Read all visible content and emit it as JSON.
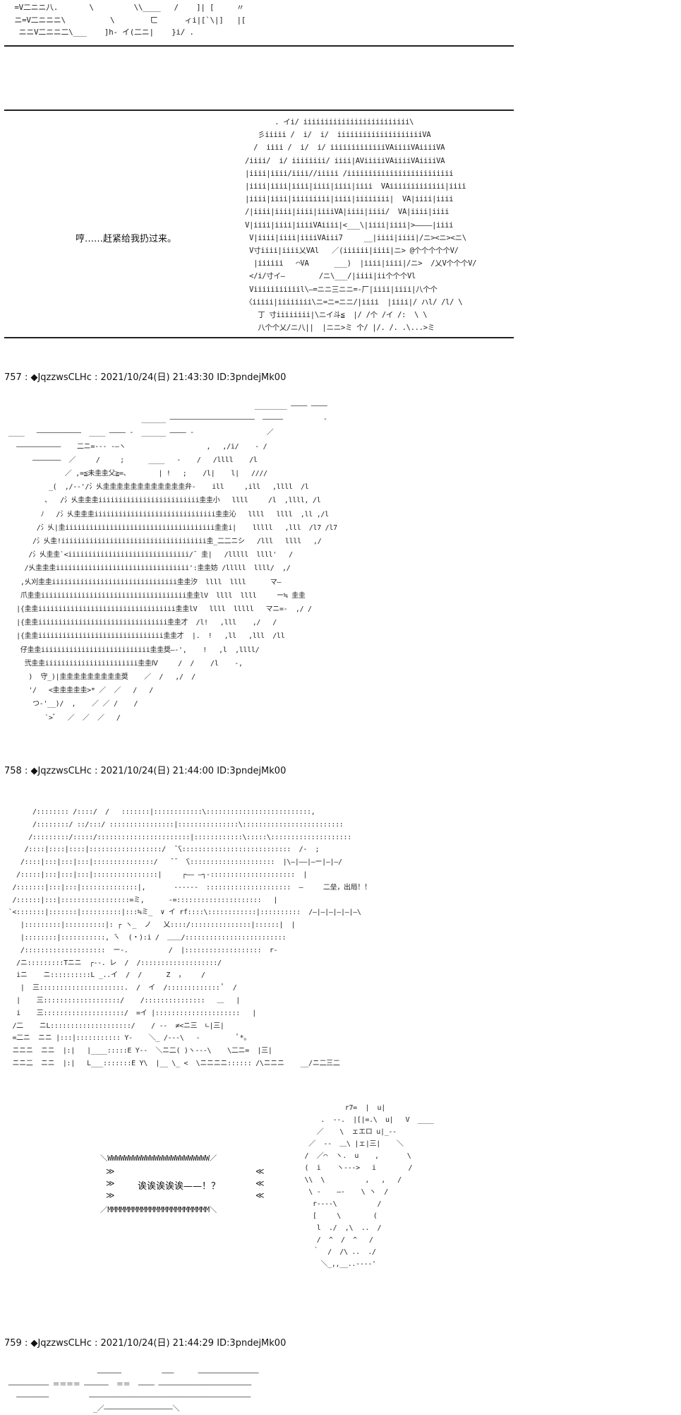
{
  "top_fragment": {
    "art": " =V二ニニ八.       \\         \\\\____   /    ]| [     〃\n ニ=V二ニニニ\\          \\        ㄈ      ィi|[`\\|]   |[\n  ニニV二ニニ二\\___    ]h- イ(二ニ|    }i/ ."
  },
  "panel1": {
    "dialogue": "哼……赶紧给我扔过来。",
    "art": "              . イi/ iiiiiiiiiiiiiiiiiiiiiiiii\\\n          彡iiiii /  i/  i/  iiiiiiiiiiiiiiiiiiiiVA\n         /  iiii /  i/  i/ iiiiiiiiiiiiiVAiiiiVAiiiiVA\n       /iiii/  i/ iiiiiiii/ iiii|AViiiiiVAiiiiVAiiiiVA\n       |iiii|iiii/iiii//iiiii /iiiiiiiiiiiiiiiiiiiiiiiii\n       |iiii|iiii|iiii|iiii|iiii|iiii  VAiiiiiiiiiiiii|iiii\n       |iiii|iiii|iiiiiiiii|iiii|iiiiiiii|  VA|iiii|iiii\n       /|iiii|iiii|iiii|iiiiVA|iiii|iiii/  VA|iiii|iiii\n       V|iiii|iiii|iiiiVAiiii|<___\\|iiii|iiii|>――――|iiii\n        V|iiii|iiii|iiiiVAiii7     __|iiii|iiii|/ニ><ニ><ニ\\\n        V寸iiii|iiii乂VAl   ／(iiiiii|iiii|ニ> @个个个个个V/\n         |iiiiii   ⌒VA      ___)  |iiii|iiii|/ニ>  /乂V个个个V/\n        </i/寸イ―        /ニ\\___/|iiii|ii个个个Vl\n        Viiiiiiiiiiil\\―=ニニ三ニニ=-厂|iiii|iiii|八个个\n       〈iiiii|iiiiiiii\\ニ=ニ=ニニ/|iiii  |iiii|/ ハl/ /l/ \\\n          丁 寸iiiiiiii|\\ニイ斗≦  |/ /个 /イ /:  \\ \\\n          八个个乂/ニ八||  |ニニ>ミ 个/ |/. /. .\\...>ミ"
  },
  "posts": [
    {
      "header": "757 : ◆JqzzwsCLHc : 2021/10/24(日) 21:43:30 ID:3pndejMk00",
      "art": "                                                              ________ ―――― ―――― \n                                  ______ ―――――――――――――――――――――  ―――――          ‐\n ____   ―――――――――――  ____ ―――― -  ______ ―――― -                  ／\n   ―――――――――――    二ニ=‐‐‐ ‐―ヽ                    ,   ,/i/    ‐ /\n       ―――――――  ／     /     ;      ____   ‐    /   /llll    /l\n               ／ ,=≦未圭圭父≧=、       | !   ;    /l|    l|   ////\n           _(  ,/-‐'/氵乆圭圭圭圭圭圭圭圭圭圭圭圭弁‐    ill     ,ill   ,llll  /l\n          ､   /氵乆圭圭圭iiiiiiiiiiiiiiiiiiiiiiiii圭圭小   llll     /l  ,llll, /l\n         ﾉ   /氵乆圭圭圭iiiiiiiiiiiiiiiiiiiiiiiiiiiiii圭圭沁   llll   llll  ,ll ,/l\n        /氵乆|圭iiiiiiiiiiiiiiiiiiiiiiiiiiiiiiiiiiiii圭圭i|    lllll   ,lll  /l7 /l7\n       /氵乆圭!iiiiiiiiiiiiiiiiiiiiiiiiiiiiiiiiiiii圭_二二ニシ   /lll   llll   ,/\n      /氵乆圭圭`<iiiiiiiiiiiiiiiiiiiiiiiiiiiiii/¯ 圭|   /lllll  llll'   /\n     /乆圭圭圭iiiiiiiiiiiiiiiiiiiiiiiiiiiiiiiii':圭圭妨 /lllll  llll/  ,/\n    ,乆刈圭圭iiiiiiiiiiiiiiiiiiiiiiiiiiiiiii圭圭汐  llll  llll      マ―\n    爪圭圭iiiiiiiiiiiiiiiiiiiiiiiiiiiiiiiiiiii圭圭lV  llll  llll     ー≒ 圭圭\n   |{圭圭iiiiiiiiiiiiiiiiiiiiiiiiiiiiiiiiii圭圭lV   llll  lllll   マニ=-  ,/ /\n   |{圭圭iiiiiiiiiiiiiiiiiiiiiiiiiiiiiiii圭圭才  /l!   ,lll    ,/   /\n   |{圭圭iiiiiiiiiiiiiiiiiiiiiiiiiiiiiii圭圭才  |.  !   ,ll   ,lll  /ll\n    仔圭圭iiiiiiiiiiiiiiiiiiiiiiiiiii圭圭奨―‐',    !   ,l  ,llll/\n     弐圭圭iiiiiiiiiiiiiiiiiiiiiii圭圭Ⅳ     /  /    /l    ‐,\n      )  守_)|圭圭圭圭圭圭圭圭圭奨    ／  /   ,/  /\n      '/   <圭圭圭圭圭>* ／  ／   /   /\n       つ-'__)/  ,    ／ ／ /    /\n          `>゛  ／  ／  ／   /"
    },
    {
      "header": "758 : ◆JqzzwsCLHc : 2021/10/24(日) 21:44:00 ID:3pndejMk00",
      "art": "       /:::::::: /::::/  /   :::::::|::::::::::::\\::::::::::::::::::::::::::,\n       /::::::::/ ::/:::/ ::::::::::::::::|:::::::::::::::\\:::::::::::::::::::::::::\n      /:::::::::/:::::/:::::::::::::::::::::::|::::::::::::\\:::::\\::::::::::::::::::::\n     /::::|::::|::::|::::::::::::::::::/  ̄ ̄\\:::::::::::::::::::::::::::  /‐  ;\n    /::::|:::|:::|:::|:::::::::::::::/   ̄ ̄   ̄\\:::::::::::::::::::::  |\\―|――|―ー|―|―/\n   /:::::|:::|:::|:::|::::::::::::::::|     ┌―― ―┐‐:::::::::::::::::::::  |\n  /:::::::|:::|:::|::::::::::::::|,       ‐‐‐‐‐‐  :::::::::::::::::::::  ―     二垒，出局！！\n  /::::::|:::|:::::::::::::::::=ミ,      ‐=:::::::::::::::::::::   |\n `<:::::::|:::::::|::::::::::|:::≒ミ_  ∨ イ rf::::\\::::::::::::|::::::::::  /―|―|―|―|―|―\\\n    |:::::::::|::::::::::|: ┌ ヽ_  ノ   乂::::/:::::::::::::::|::::::|  |\n    |::::::::|:::::::::::, ̄ヽ  (・):i /  ＿＿/:::::::::::::::::::::::::\n    /::::::::::::::::::::  ー‐.          /  |:::::::::::::::::::  r‐\n   /ニ:::::::::Tニニ  ┌--. レ  /  /:::::::::::::::::::/\n   iニ    ニ::::::::::L _..イ  /  /      Ζ  ，    /\n    |  三:::::::::::::::::::::.  /  イ  /::::::::::::: ﾟ  /\n   |    三:::::::::::::::::::/    /:::::::::::::::   ＿   |\n   i    三::::::::::::::::::::/  =イ |:::::::::::::::::::::   |\n  /二    ニL::::::::::::::::::::/    / --  ≠<ニ三  ∟|三|\n  =二ニ  ニニ |:::|::::::::::: Y-    ＼_ /-‐‐\\   ‐         ﾟ*。  \n  ニニニ  ニニ  |:|   |____:::::E Y--  ＼ニ二( )ヽ‐‐‐\\    \\二ニ=  |三|\n  ニニ二  ニニ  |:|   L___:::::::E Y\\  |__ \\_ <  \\ニニニニ:::::: /\\ニニニ    __/ニ二三二"
    }
  ],
  "panel_shout": {
    "shout": "诶诶诶诶诶——！？",
    "top_border": "＼WWWWWWWWWWWWWWWWWWWWWWWW／",
    "bottom_border": "／MMMMMMMMMMMMMMMMMMMMMMMM＼",
    "art": "                          r7=  |  u|\n                    .  ‐‐.  |[|=.\\  u|   V  ____\n                   ／    \\  ェエロ u|_-‐\n                 ／  ‐-  ＿\\ |ェ|三|    ＼\n                /  ／⌒  ヽ.  u    ,       \\\n                (  i    ヽ--->   i        /\n                \\\\  \\          ,   ,   /\n                 \\ ‐    ―‐    \\ ヽ  /\n                  r‐‐‐‐\\          /\n                  [     \\        (\n                   l  ./  ,\\  ..  /\n                   /  ^  /  ^   /\n                  ｀  /  /\\ ..  ./\n                    ＼_,,__..---‐'"
  },
  "last_post": {
    "header": "759 : ◆JqzzwsCLHc : 2021/10/24(日) 21:44:29 ID:3pndejMk00",
    "art": "                       ――――――          ―――      ―――――――――――――――\n ―――――――――― ＝＝＝＝ ――――――  ＝＝  ―――― ―――――――――――――――――――――――\n   ――――――――          ――――――――――――――――――――――――――――――――――――――――\n                      _／―――――――――――――――――＼"
  }
}
